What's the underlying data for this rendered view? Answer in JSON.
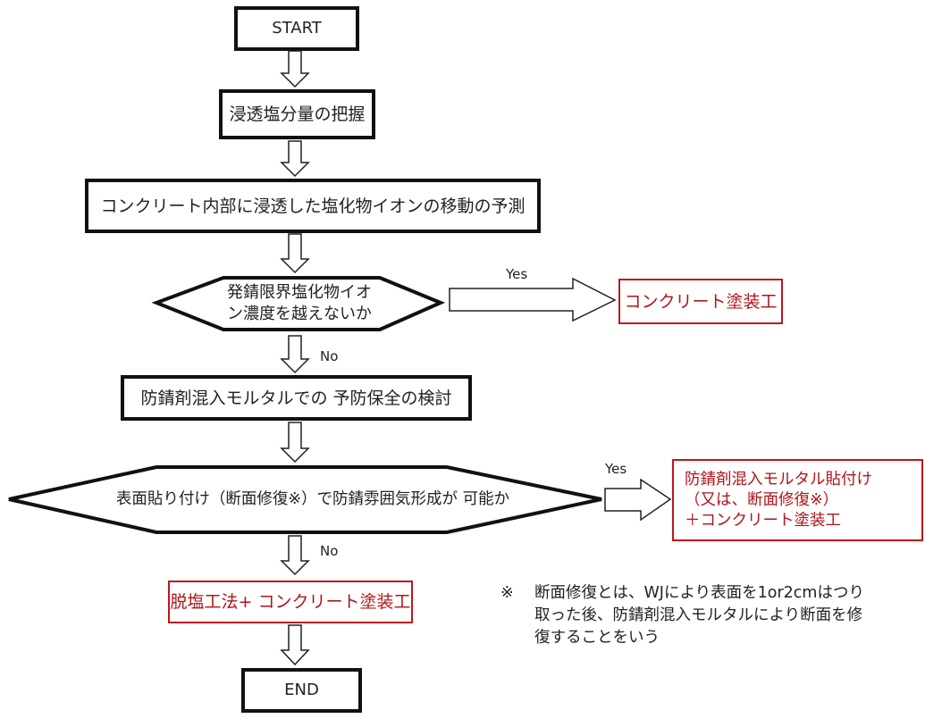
{
  "flowchart": {
    "start": "START",
    "step1": "浸透塩分量の把握",
    "step2": "コンクリート内部に浸透した塩化物イオンの移動の予測",
    "decision1": "発錆限界塩化物イオ\nン濃度を越えないか",
    "decision1_yes_label": "Yes",
    "decision1_yes_result": "コンクリート塗装工",
    "decision1_no_label": "No",
    "step3": "防錆剤混入モルタルでの 予防保全の検討",
    "decision2": "表面貼り付け（断面修復※）で防錆雰囲気形成が 可能か",
    "decision2_yes_label": "Yes",
    "decision2_yes_result": "防錆剤混入モルタル貼付け\n（又は、断面修復※）\n＋コンクリート塗装工",
    "decision2_no_label": "No",
    "decision2_no_result": "脱塩工法+ コンクリート塗装工",
    "end": "END",
    "note_mark": "※",
    "note_text": "断面修復とは、WJにより表面を1or2cmはつり\n取った後、防錆剤混入モルタルにより断面を修\n復することをいう"
  },
  "colors": {
    "outline": "#111111",
    "result_red": "#c0151c"
  }
}
